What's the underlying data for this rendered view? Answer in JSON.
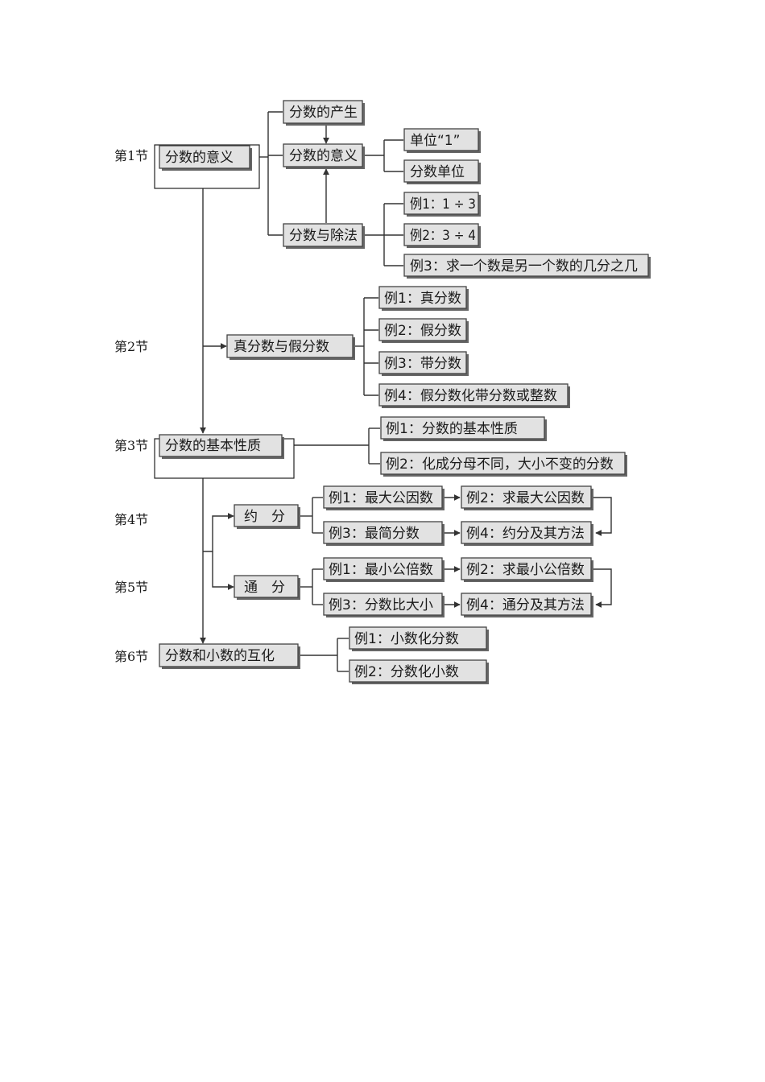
{
  "sections": {
    "s1": "第1节",
    "s2": "第2节",
    "s3": "第3节",
    "s4": "第4节",
    "s5": "第5节",
    "s6": "第6节"
  },
  "nodes": {
    "s1_main": "分数的意义",
    "s1_origin": "分数的产生",
    "s1_meaning": "分数的意义",
    "s1_unit_one": "单位“1”",
    "s1_frac_unit": "分数单位",
    "s1_division": "分数与除法",
    "s1_ex1": "例1：1 ÷ 3",
    "s1_ex2": "例2：3 ÷ 4",
    "s1_ex3": "例3：求一个数是另一个数的几分之几",
    "s2_main": "真分数与假分数",
    "s2_ex1": "例1：真分数",
    "s2_ex2": "例2：假分数",
    "s2_ex3": "例3：带分数",
    "s2_ex4": "例4：假分数化带分数或整数",
    "s3_main": "分数的基本性质",
    "s3_ex1": "例1：分数的基本性质",
    "s3_ex2": "例2：化成分母不同，大小不变的分数",
    "s4_main": "约　分",
    "s4_ex1": "例1：最大公因数",
    "s4_ex2": "例2：求最大公因数",
    "s4_ex3": "例3：最简分数",
    "s4_ex4": "例4：约分及其方法",
    "s5_main": "通　分",
    "s5_ex1": "例1：最小公倍数",
    "s5_ex2": "例2：求最小公倍数",
    "s5_ex3": "例3：分数比大小",
    "s5_ex4": "例4：通分及其方法",
    "s6_main": "分数和小数的互化",
    "s6_ex1": "例1：小数化分数",
    "s6_ex2": "例2：分数化小数"
  }
}
